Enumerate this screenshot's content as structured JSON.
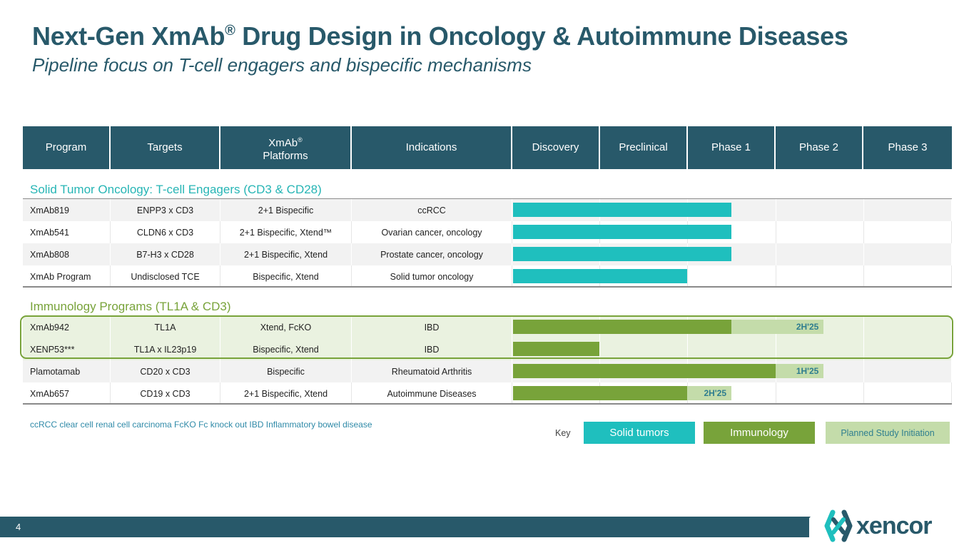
{
  "title": {
    "main": "Next-Gen XmAb",
    "reg": "®",
    "rest": " Drug Design in Oncology & Autoimmune Diseases",
    "subtitle": "Pipeline focus on T-cell engagers and bispecific mechanisms"
  },
  "headers": {
    "program": "Program",
    "targets": "Targets",
    "platforms_line1": "XmAb",
    "platforms_reg": "®",
    "platforms_line2": "Platforms",
    "indications": "Indications",
    "discovery": "Discovery",
    "preclinical": "Preclinical",
    "phase1": "Phase 1",
    "phase2": "Phase 2",
    "phase3": "Phase 3"
  },
  "sections": {
    "oncology": "Solid Tumor Oncology: T-cell Engagers (CD3 & CD28)",
    "immunology": "Immunology Programs (TL1A & CD3)"
  },
  "oncology_rows": [
    {
      "program": "XmAb819",
      "targets": "ENPP3 x CD3",
      "platform": "2+1 Bispecific",
      "indication": "ccRCC",
      "progress_stages": 2.5
    },
    {
      "program": "XmAb541",
      "targets": "CLDN6 x CD3",
      "platform": "2+1 Bispecific, Xtend™",
      "indication": "Ovarian cancer, oncology",
      "progress_stages": 2.5
    },
    {
      "program": "XmAb808",
      "targets": "B7-H3 x CD28",
      "platform": "2+1 Bispecific, Xtend",
      "indication": "Prostate cancer, oncology",
      "progress_stages": 2.5
    },
    {
      "program": "XmAb Program",
      "targets": "Undisclosed TCE",
      "platform": "Bispecific, Xtend",
      "indication": "Solid tumor oncology",
      "progress_stages": 2.0
    }
  ],
  "immunology_rows": [
    {
      "program": "XmAb942",
      "targets": "TL1A",
      "platform": "Xtend, FcKO",
      "indication": "IBD",
      "progress_stages": 2.5,
      "planned": "2H'25",
      "planned_to_stages": 3.55
    },
    {
      "program": "XENP53***",
      "targets": "TL1A x IL23p19",
      "platform": "Bispecific, Xtend",
      "indication": "IBD",
      "progress_stages": 1.0
    },
    {
      "program": "Plamotamab",
      "targets": "CD20 x CD3",
      "platform": "Bispecific",
      "indication": "Rheumatoid Arthritis",
      "progress_stages": 3.0,
      "planned": "1H'25",
      "planned_to_stages": 3.55
    },
    {
      "program": "XmAb657",
      "targets": "CD19 x CD3",
      "platform": "2+1 Bispecific, Xtend",
      "indication": "Autoimmune Diseases",
      "progress_stages": 2.0,
      "planned": "2H'25",
      "planned_to_stages": 2.5
    }
  ],
  "footnote": "ccRCC clear cell renal cell carcinoma  FcKO Fc knock out  IBD Inflammatory bowel disease",
  "key": {
    "label": "Key",
    "solid": "Solid tumors",
    "immunology": "Immunology",
    "planned": "Planned Study Initiation"
  },
  "colors": {
    "brand": "#28596a",
    "solid": "#1fbfbe",
    "immunology": "#78a33a",
    "planned": "#c4dcaa"
  },
  "page_number": "4",
  "logo": {
    "icon": "xencor-x-icon",
    "text": "xencor"
  }
}
